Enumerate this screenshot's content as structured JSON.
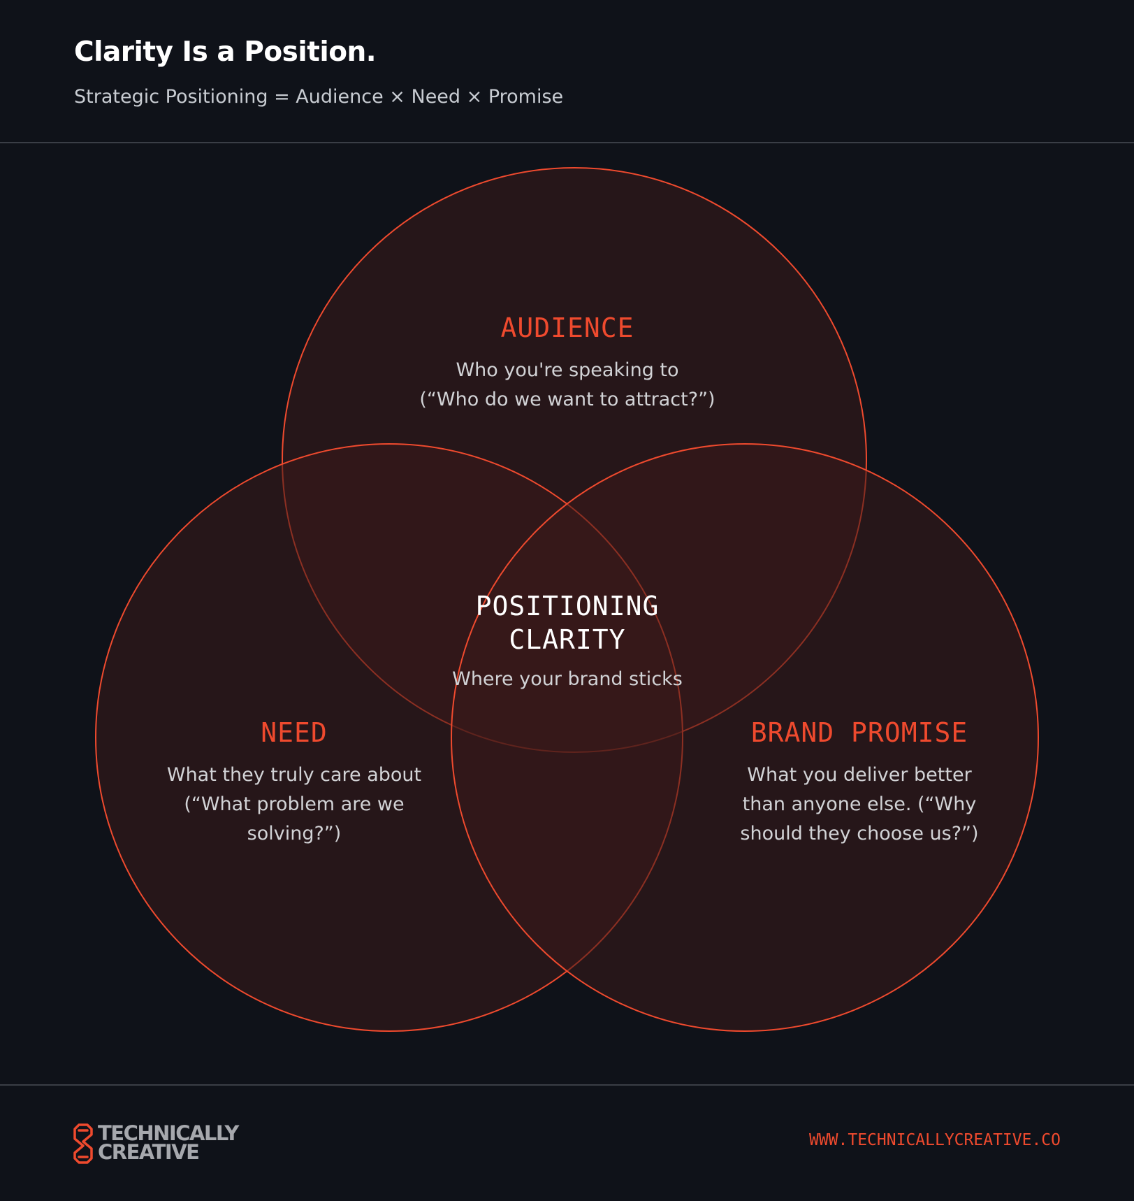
{
  "header": {
    "title": "Clarity Is a Position.",
    "subtitle": "Strategic Positioning = Audience × Need × Promise"
  },
  "diagram": {
    "audience": {
      "heading": "AUDIENCE",
      "description": "Who you're speaking to (“Who do we want to attract?”)",
      "lines": [
        "Who you're speaking to",
        "(“Who do we want to attract?”)"
      ]
    },
    "need": {
      "heading": "NEED",
      "lines": [
        "What they truly care about",
        "(“What problem are we",
        "solving?”)"
      ]
    },
    "promise": {
      "heading": "BRAND PROMISE",
      "lines": [
        "What you deliver better",
        "than anyone else. (“Why",
        "should they choose us?”)"
      ]
    },
    "center": {
      "heading_line1": "POSITIONING",
      "heading_line2": "CLARITY",
      "description": "Where your brand sticks"
    }
  },
  "footer": {
    "logo_line1": "TECHNICALLY",
    "logo_line2": "CREATIVE",
    "logo_icon": "technically-creative-logo-icon",
    "url": "WWW.TECHNICALLYCREATIVE.CO"
  },
  "colors": {
    "background": "#0f1219",
    "accent": "#ef4a2e",
    "circle_fill": "#3a1a1a",
    "text_muted": "#d2d3d6"
  }
}
